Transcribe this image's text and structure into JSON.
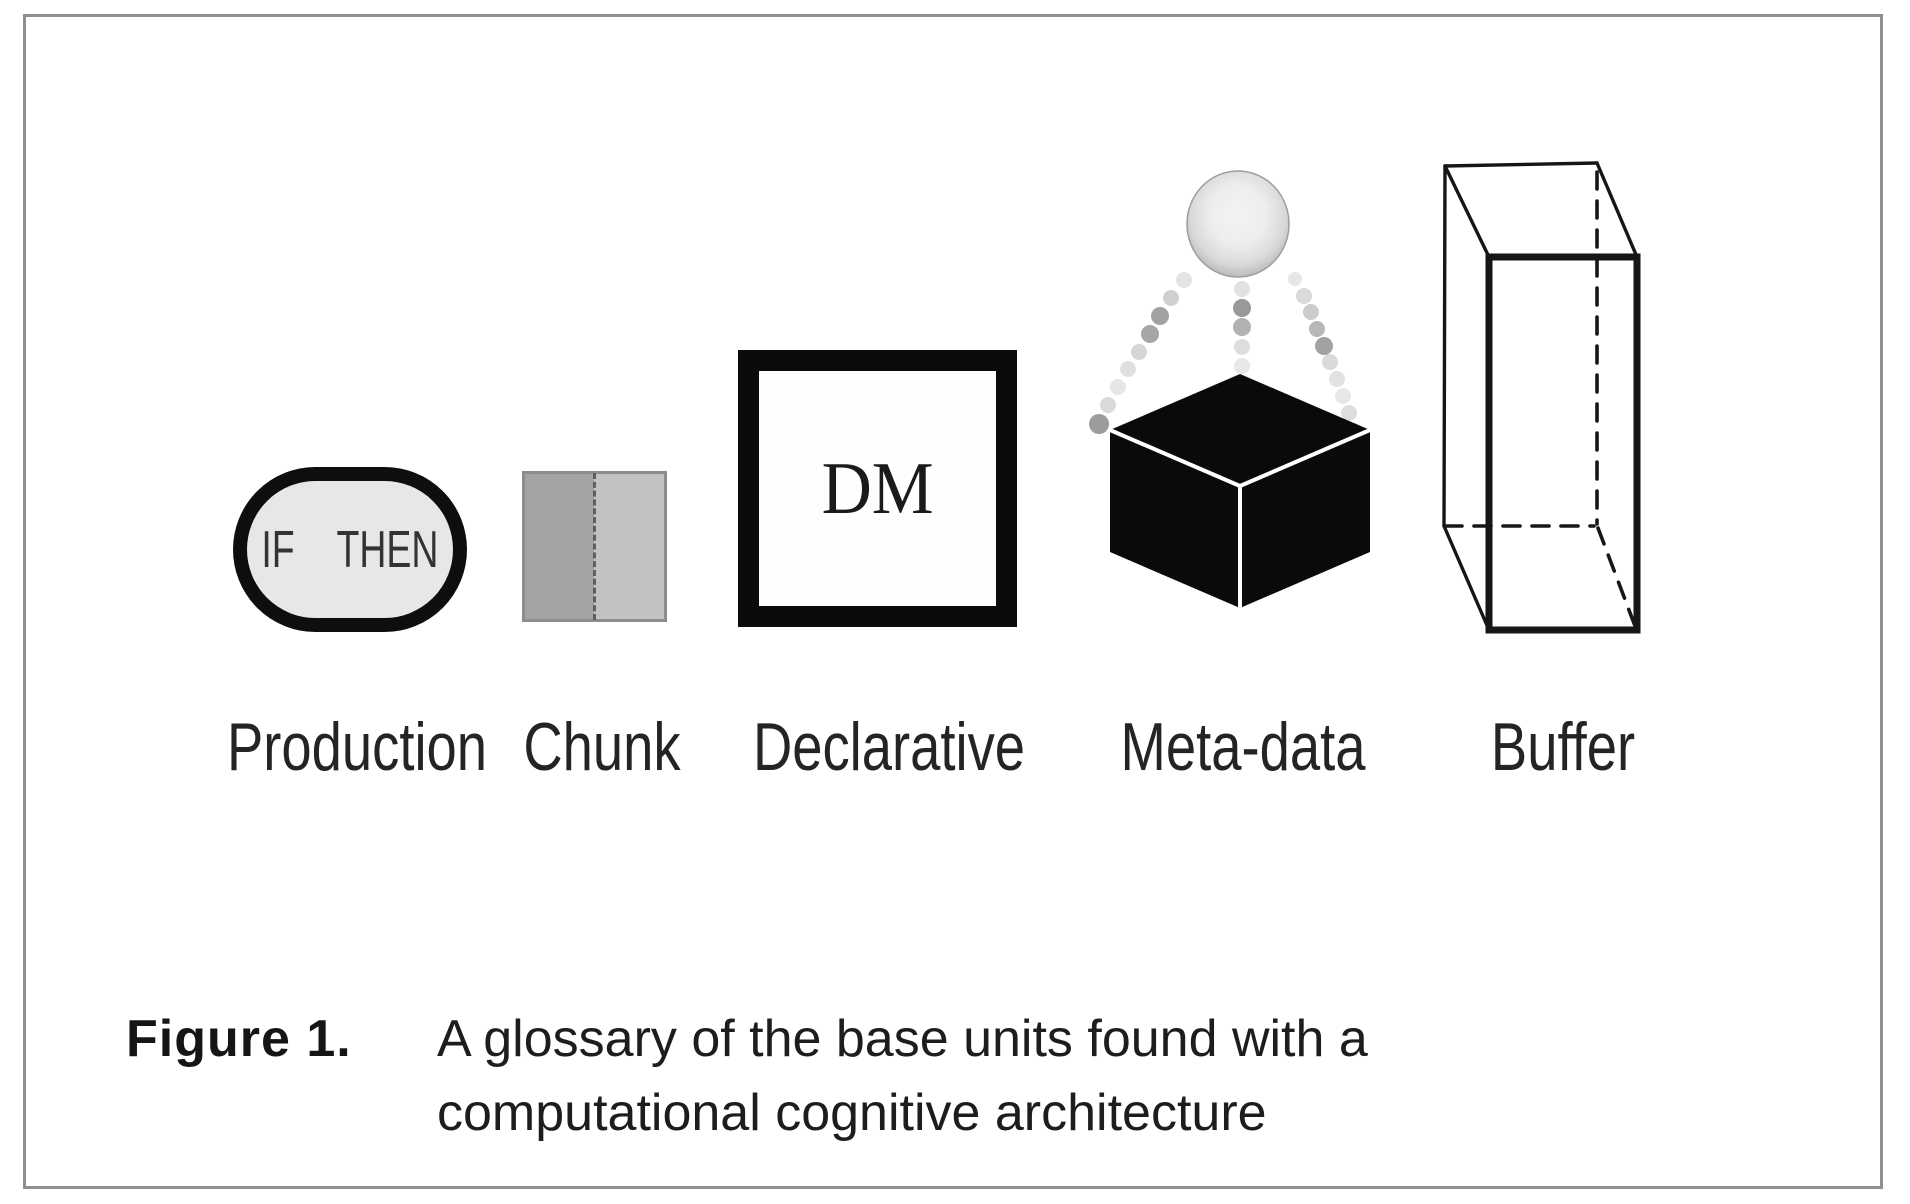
{
  "figure": {
    "items": [
      {
        "label": "Production",
        "icon": "production-stadium-icon",
        "if_label": "IF",
        "then_label": "THEN"
      },
      {
        "label": "Chunk",
        "icon": "chunk-split-square-icon"
      },
      {
        "label": "Declarative",
        "icon": "declarative-memory-box-icon",
        "dm_label": "DM"
      },
      {
        "label": "Meta-data",
        "icon": "metadata-sphere-cube-icon"
      },
      {
        "label": "Buffer",
        "icon": "buffer-wireframe-prism-icon"
      }
    ],
    "caption": {
      "prefix": "Figure 1.",
      "lines": [
        "A glossary of the base units found with a",
        "computational cognitive architecture"
      ]
    }
  },
  "colors": {
    "background": "#ffffff",
    "frame_border": "#8f8f8f",
    "ink": "#0e0e0e",
    "stadium_fill": "#e7e7e7",
    "chunk_left": "#a3a3a3",
    "chunk_right": "#c2c2c2",
    "label_text": "#242424",
    "caption_text": "#1d1d1d"
  }
}
